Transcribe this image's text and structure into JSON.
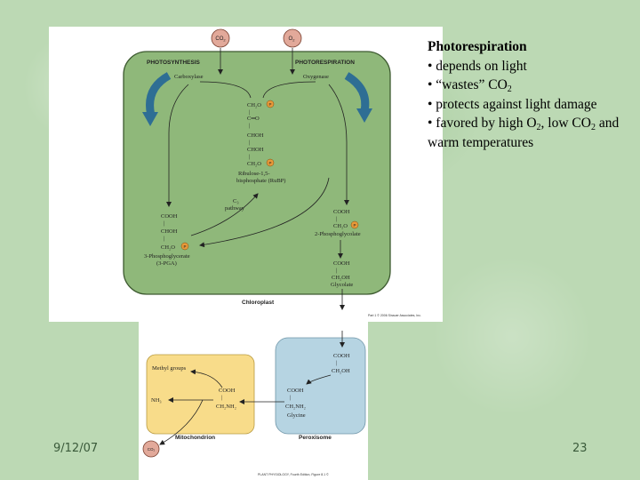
{
  "slide": {
    "title": "Photorespiration",
    "bullet1": "• depends on light",
    "bullet2_prefix": "• “wastes” CO",
    "bullet2_sub": "2",
    "bullet3": "• protects against light damage",
    "bullet4_a": "• favored by high O",
    "bullet4_sub1": "2",
    "bullet4_b": ", low CO",
    "bullet4_sub2": "2",
    "bullet4_c": " and warm temperatures",
    "date": "9/12/07",
    "page_number": "23"
  },
  "diagram": {
    "co2": "CO",
    "co2_sub": "2",
    "o2": "O",
    "o2_sub": "2",
    "photosynthesis": "PHOTOSYNTHESIS",
    "photorespiration": "PHOTORESPIRATION",
    "carboxylase": "Carboxylase",
    "oxygenase": "Oxygenase",
    "rubp_lines": [
      "CH₂O",
      "|",
      "C═O",
      "|",
      "CHOH",
      "|",
      "CHOH",
      "|",
      "CH₂O"
    ],
    "rubp_name1": "Ribulose-1,5-",
    "rubp_name2": "bisphosphate (RuBP)",
    "c3_label1": "C₃",
    "c3_label2": "pathway",
    "pga_lines": [
      "COOH",
      "|",
      "CHOH",
      "|",
      "CH₂O"
    ],
    "pga_name1": "3-Phosphoglycerate",
    "pga_name2": "(3-PGA)",
    "pgly_lines": [
      "COOH",
      "|",
      "CH₂O"
    ],
    "pgly_name": "2-Phosphoglycolate",
    "glycolate_lines": [
      "COOH",
      "|",
      "CH₂OH"
    ],
    "glycolate_name": "Glycolate",
    "phosphate": "P",
    "chloroplast": "Chloroplast",
    "copyright": "Part 1 © 2006 Sinauer Associates, Inc.",
    "methyl_groups": "Methyl groups",
    "nh3": "NH₃",
    "mito_cooh": "COOH",
    "mito_bar": "|",
    "mito_ch2nh2": "CH₂NH₂",
    "mitochondrion": "Mitochondrion",
    "perox_top_lines": [
      "COOH",
      "|",
      "CH₂OH"
    ],
    "glycine_lines": [
      "COOH",
      "|",
      "CH₂NH₂"
    ],
    "glycine_name": "Glycine",
    "peroxisome": "Peroxisome",
    "co2_bottom": "CO₂",
    "bottom_credit": "PLANT PHYSIOLOGY, Fourth Edition, Figure 8.1 ©"
  }
}
